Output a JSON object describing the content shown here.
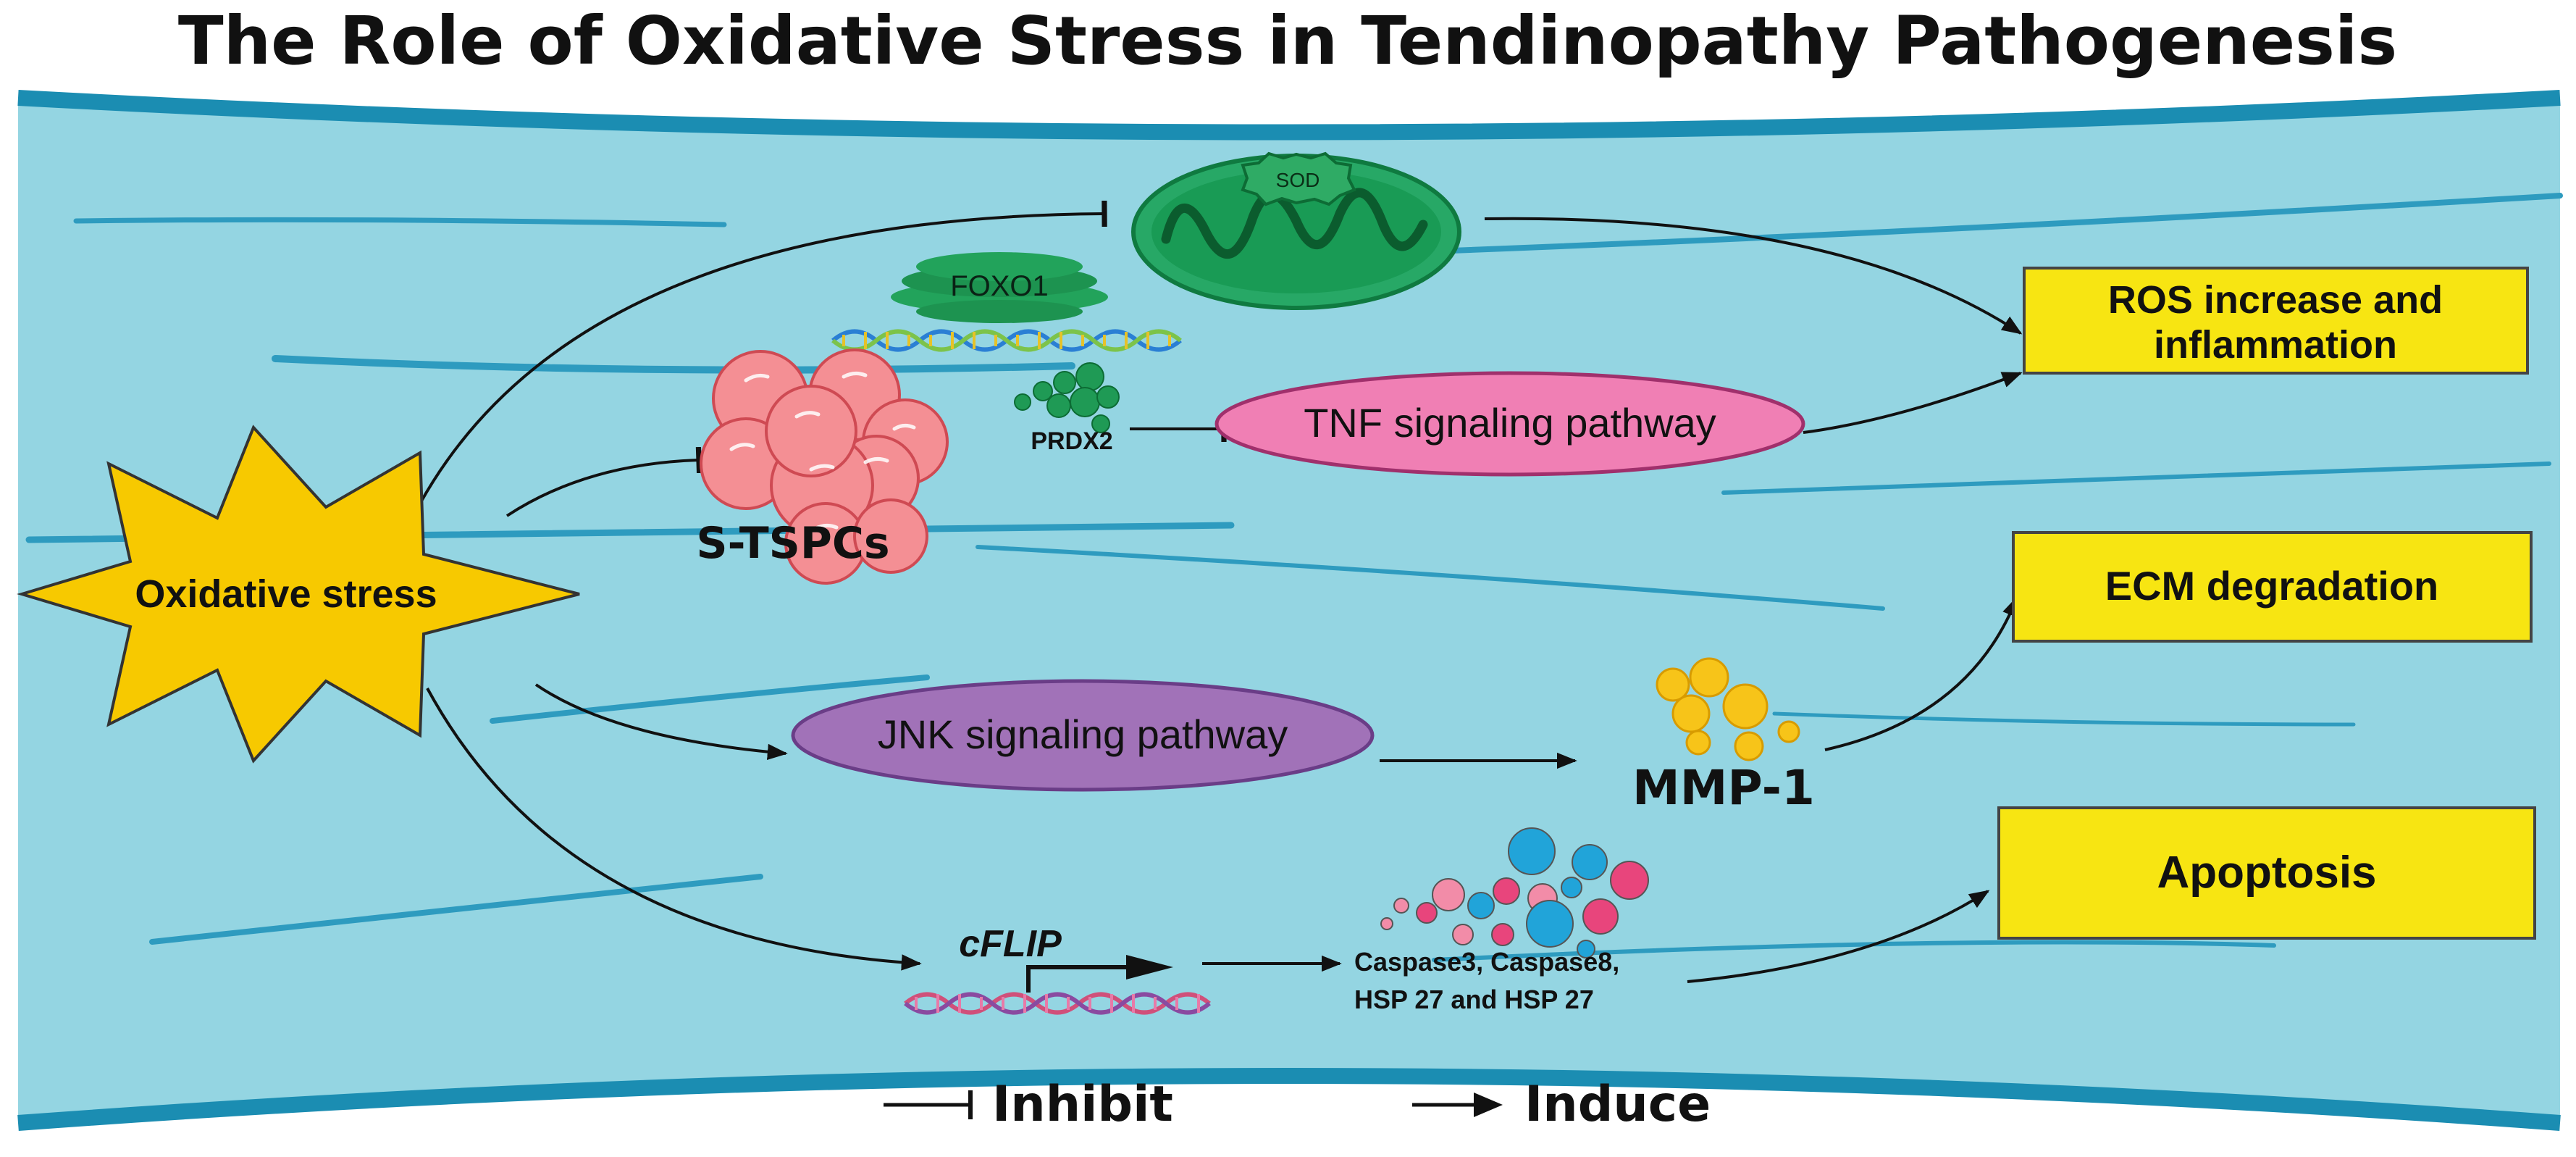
{
  "title": "The Role of Oxidative Stress in Tendinopathy Pathogenesis",
  "colors": {
    "background": "#94d5e2",
    "border": "#1b8db2",
    "fiber": "#2e9bbf",
    "star": "#f7c900",
    "output_box": "#f7e512",
    "tnf_ellipse": "#f07fb4",
    "jnk_ellipse": "#a172b8",
    "mito": "#169f58",
    "cell": "#f28a8f",
    "mmp": "#f7c419"
  },
  "nodes": {
    "oxidative_stress": "Oxidative stress",
    "sod": "SOD",
    "foxo1": "FOXO1",
    "prdx2": "PRDX2",
    "tnf": "TNF signaling pathway",
    "s_tspcs": "S-TSPCs",
    "jnk": "JNK signaling pathway",
    "mmp1": "MMP-1",
    "cflip": "cFLIP",
    "caspase_line1": "Caspase3, Caspase8,",
    "caspase_line2": "HSP 27 and HSP 27"
  },
  "outputs": {
    "ros_line1": "ROS increase and",
    "ros_line2": "inflammation",
    "ecm": "ECM degradation",
    "apoptosis": "Apoptosis"
  },
  "legend": {
    "inhibit": "Inhibit",
    "induce": "Induce"
  }
}
